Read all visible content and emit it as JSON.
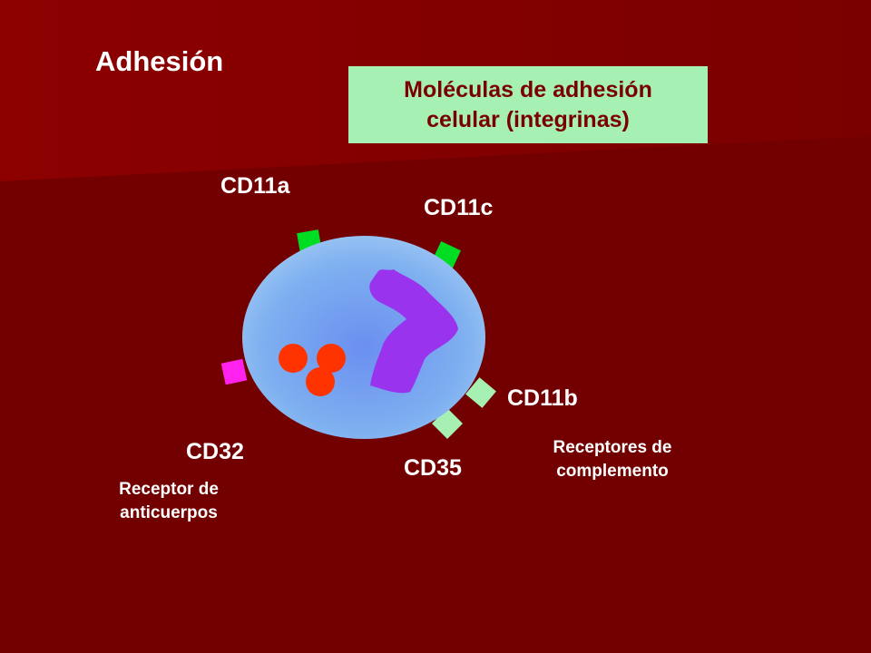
{
  "title": "Adhesión",
  "box": {
    "line1": "Moléculas de adhesión",
    "line2": "celular (integrinas)"
  },
  "markers": {
    "cd11a": "CD11a",
    "cd11c": "CD11c",
    "cd11b": "CD11b",
    "cd32": "CD32",
    "cd35": "CD35"
  },
  "notes": {
    "antibody_line1": "Receptor de",
    "antibody_line2": "anticuerpos",
    "complement_line1": "Receptores de",
    "complement_line2": "complemento"
  },
  "colors": {
    "background": "#730000",
    "cell": "#7fb0f0",
    "nucleus": "#9933ee",
    "granules": "#ff3300",
    "integrin_receptor": "#00dd22",
    "antibody_receptor": "#ff22ee",
    "complement_receptor": "#a6f0b4",
    "box": "#a6f0b4",
    "box_text": "#7a0000"
  }
}
